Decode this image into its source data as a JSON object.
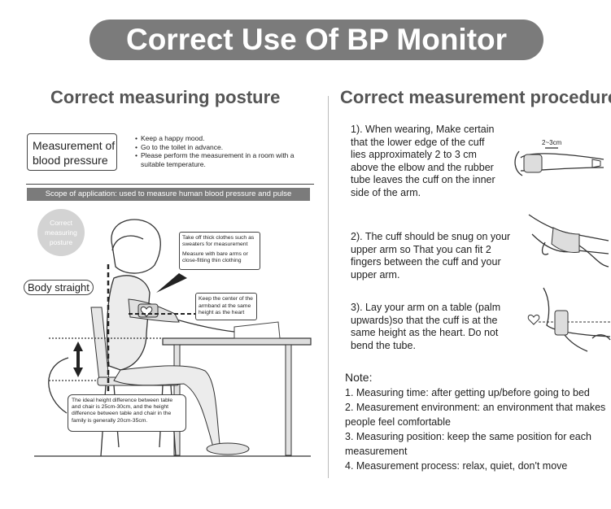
{
  "header": {
    "title": "Correct Use Of BP Monitor"
  },
  "left": {
    "heading": "Correct measuring posture",
    "measurement_box": "Measurement of blood pressure",
    "tips": [
      "Keep a happy mood.",
      "Go to the toilet in advance.",
      "Please perform the measurement in a room with a suitable temperature."
    ],
    "scope": "Scope of application: used to measure human blood pressure and pulse",
    "posture_circle": "Correct measuring posture",
    "body_straight": "Body straight",
    "callout_clothes_1": "Take off thick clothes such as sweaters for measurement",
    "callout_clothes_2": "Measure with bare arms or close-fitting thin clothing",
    "callout_heart": "Keep the center of the armband at the same height as the heart",
    "callout_height": "The ideal height difference between table and chair is 25cm-30cm, and the height difference between table and chair in the family is generally 20cm-35cm."
  },
  "right": {
    "heading": "Correct measurement procedure",
    "steps": [
      "1). When wearing,  Make certain that the lower edge of the cuff lies approximately 2 to 3 cm above the elbow and the rubber tube leaves the cuff on the inner side of the arm.",
      "2). The cuff should be snug on your upper arm so That you can fit 2 fingers between the cuff and your upper arm.",
      "3). Lay your arm on a table (palm upwards)so that the cuff is at the same height as the heart. Do not bend the tube."
    ],
    "cuff_distance_label": "2~3cm",
    "note_label": "Note:",
    "notes": [
      "1. Measuring time: after getting up/before going to bed",
      "2. Measurement environment: an environment that makes people feel comfortable",
      "3. Measuring position: keep the same position for each measurement",
      "4. Measurement process: relax, quiet, don't move"
    ]
  }
}
